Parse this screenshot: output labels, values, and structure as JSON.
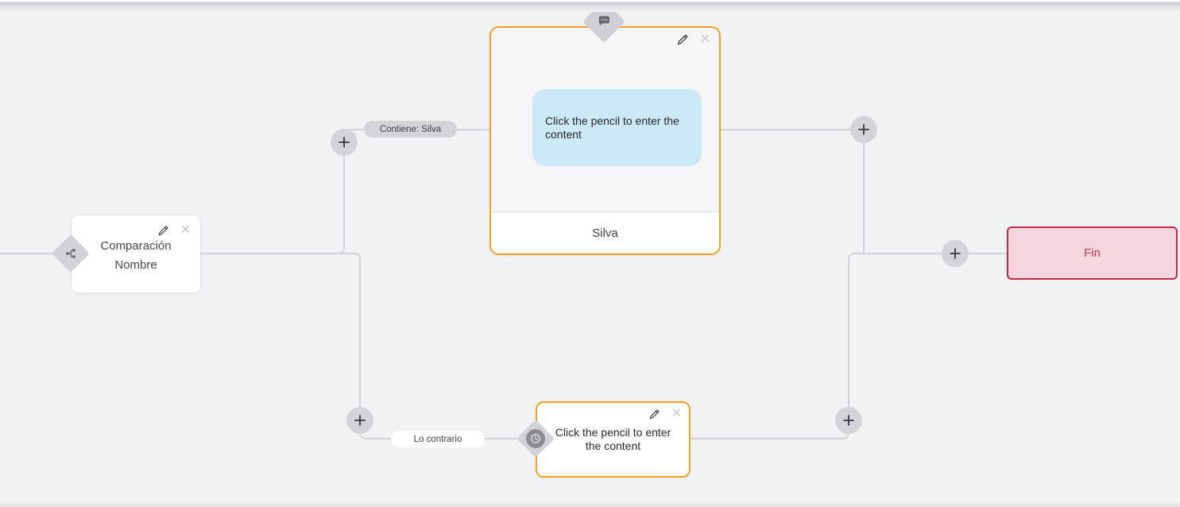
{
  "canvas": {
    "background": "#f1f2f4",
    "line_color": "#d2d3da"
  },
  "icons": {
    "add": "+",
    "close": "✕"
  },
  "nodes": {
    "comparison": {
      "line1": "Comparación",
      "line2": "Nombre",
      "badge_icon": "branch-icon"
    },
    "message": {
      "bubble_text": "Click the pencil to enter the content",
      "footer_label": "Silva",
      "badge_icon": "chat-bubble-icon",
      "border_color": "#f7a01d",
      "bubble_color": "#cbe8f7"
    },
    "wait": {
      "text": "Click the pencil to enter the content",
      "badge_icon": "clock-icon",
      "border_color": "#f7a01d"
    },
    "end": {
      "label": "Fin",
      "border_color": "#c22b47",
      "bg_color": "#f5d6dd",
      "text_color": "#c23a55"
    }
  },
  "edge_labels": {
    "contains": "Contiene: Silva",
    "otherwise": "Lo contrario"
  }
}
